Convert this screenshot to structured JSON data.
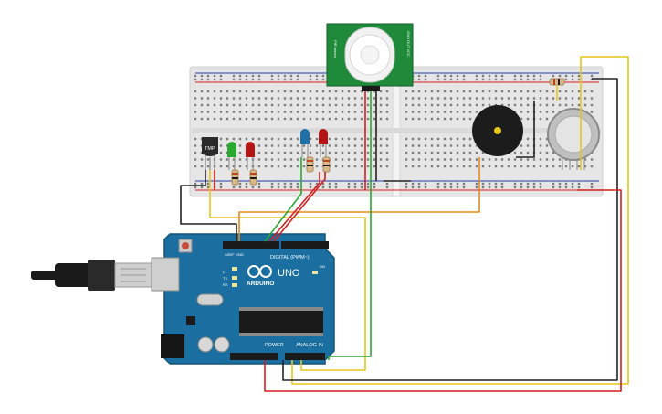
{
  "colors": {
    "background": "#ffffff",
    "breadboard": "#e3e3e3",
    "arduino_board": "#1b6fa0",
    "pir_board": "#1f8a3a",
    "wire_red": "#d61f1f",
    "wire_orange": "#e88a19",
    "wire_yellow": "#e8c619",
    "wire_green": "#2aa830",
    "wire_black": "#222222"
  },
  "arduino": {
    "logo_text": "ARDUINO",
    "model_text": "UNO",
    "digital_label": "DIGITAL (PWM~)",
    "power_label": "POWER",
    "analog_label": "ANALOG IN",
    "tx_label": "TX",
    "rx_label": "RX",
    "l_label": "L",
    "on_label": "ON",
    "aref_label": "AREF",
    "gnd_label": "GND"
  },
  "components": {
    "temp_sensor_label": "TMP",
    "pir_labels": [
      "PIR sensor",
      "GND OUT VCC"
    ]
  }
}
